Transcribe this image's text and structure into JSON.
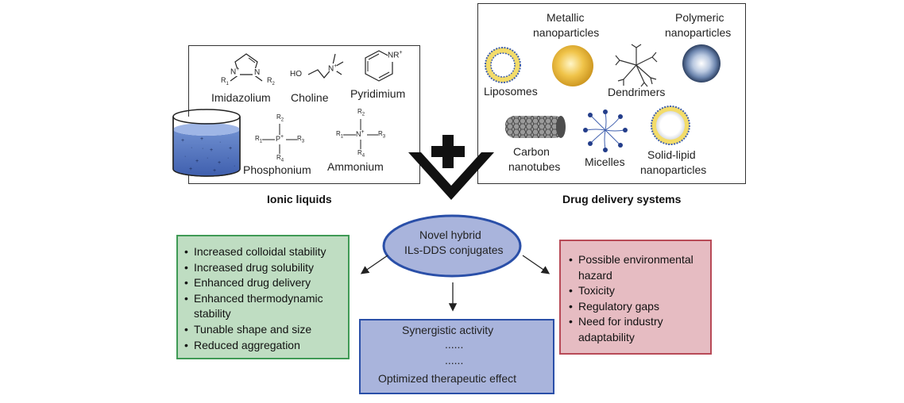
{
  "ionic_liquids": {
    "header": "Ionic liquids",
    "cations": {
      "imidazolium": "Imidazolium",
      "choline": "Choline",
      "pyridinium": "Pyridimium",
      "phosphonium": "Phosphonium",
      "ammonium": "Ammonium"
    },
    "structure_labels": {
      "r1": "R",
      "sub1": "1",
      "r2": "R",
      "sub2": "2",
      "r3": "R",
      "sub3": "3",
      "r4": "R",
      "sub4": "4",
      "n_plus": "N",
      "p_plus": "P",
      "ho": "HO",
      "nr_plus": "NR",
      "plus": "+"
    }
  },
  "drug_delivery": {
    "header": "Drug delivery systems",
    "items": {
      "metallic": [
        "Metallic",
        "nanoparticles"
      ],
      "polymeric": [
        "Polymeric",
        "nanoparticles"
      ],
      "liposomes": "Liposomes",
      "dendrimers": "Dendrimers",
      "carbon": [
        "Carbon",
        "nanotubes"
      ],
      "micelles": "Micelles",
      "solid_lipid": [
        "Solid-lipid",
        "nanoparticles"
      ]
    }
  },
  "center": {
    "ellipse_lines": [
      "Novel hybrid",
      "ILs-DDS conjugates"
    ]
  },
  "advantages": {
    "bullet": "•",
    "items": [
      [
        "Increased colloidal stability"
      ],
      [
        "Increased drug solubility"
      ],
      [
        "Enhanced drug delivery"
      ],
      [
        "Enhanced thermodynamic",
        "stability"
      ],
      [
        "Tunable shape and size"
      ],
      [
        "Reduced aggregation"
      ]
    ]
  },
  "disadvantages": {
    "bullet": "•",
    "items": [
      [
        "Possible environmental",
        "hazard"
      ],
      [
        "Toxicity"
      ],
      [
        "Regulatory gaps"
      ],
      [
        "Need for industry",
        "adaptability"
      ]
    ]
  },
  "outcome": {
    "lines": [
      "Synergistic activity",
      "......",
      "......",
      "Optimized therapeutic effect"
    ]
  },
  "colors": {
    "green_fill": "#bfddc2",
    "green_border": "#3f9a55",
    "blue_fill": "#a9b4dc",
    "blue_border": "#2a4fa8",
    "red_fill": "#e6bcc2",
    "red_border": "#b84a57",
    "ellipse_fill": "#a9b4dc",
    "ellipse_border": "#2a4fa8"
  }
}
